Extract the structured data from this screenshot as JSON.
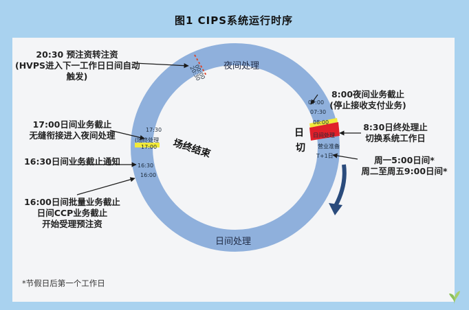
{
  "title": "图1   CIPS系统运行时序",
  "ring": {
    "night_label": "夜间处理",
    "day_label": "日间处理",
    "switch_label_1": "场终结束",
    "switch_label_2": "日",
    "switch_label_3": "切",
    "ready_label": "营业准备",
    "t1_label": "T+1日",
    "day_proc_small": "日间处理",
    "end_small": "(场终处理"
  },
  "ticks": {
    "t0000": "00:00",
    "t2030": "20:30",
    "t0700": "07:00",
    "t0730": "07:30",
    "t0800": "08:00",
    "t1730": "17:30",
    "t1700": "17:00",
    "t1630": "16:30",
    "t1600": "16:00"
  },
  "callouts": {
    "c2030_l1": "20:30 预注资转注资",
    "c2030_l2": "(HVPS进入下一工作日日间自动",
    "c2030_l3": "触发)",
    "c800_l1": "8:00夜间业务截止",
    "c800_l2": "(停止接收支付业务)",
    "c830_l1": "8:30日终处理止",
    "c830_l2": "切换系统工作日",
    "c1700_l1": "17:00日间业务截止",
    "c1700_l2": "无缝衔接进入夜间处理",
    "c1630": "16:30日间业务截止通知",
    "c1600_l1": "16:00日间批量业务截止",
    "c1600_l2": "日间CCP业务截止",
    "c1600_l3": "开始受理预注资",
    "week_l1": "周一5:00日间*",
    "week_l2": "周二至周五9:00日间*"
  },
  "footnote": "*节假日后第一个工作日",
  "colors": {
    "frame": "#a9d2ef",
    "ring": "#8fb0dc",
    "red_band": "#e0202a",
    "yellow_band": "#f2ea3a",
    "arrow": "#2a4b7c"
  }
}
